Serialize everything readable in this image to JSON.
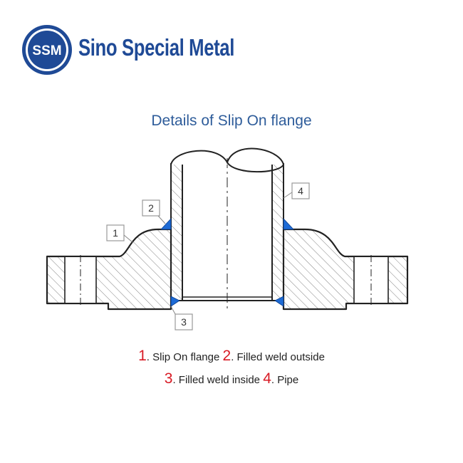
{
  "brand": {
    "logo_text": "SSM",
    "name": "Sino Special Metal",
    "color": "#1f4a96"
  },
  "diagram": {
    "title": "Details of Slip On flange",
    "callouts": [
      "1",
      "2",
      "3",
      "4"
    ],
    "weld_color": "#1e6bd6"
  },
  "legend": [
    {
      "num": "1",
      "label": ". Slip On flange "
    },
    {
      "num": "2",
      "label": ". Filled weld outside"
    },
    {
      "num": "3",
      "label": ". Filled weld inside "
    },
    {
      "num": "4",
      "label": ". Pipe"
    }
  ]
}
